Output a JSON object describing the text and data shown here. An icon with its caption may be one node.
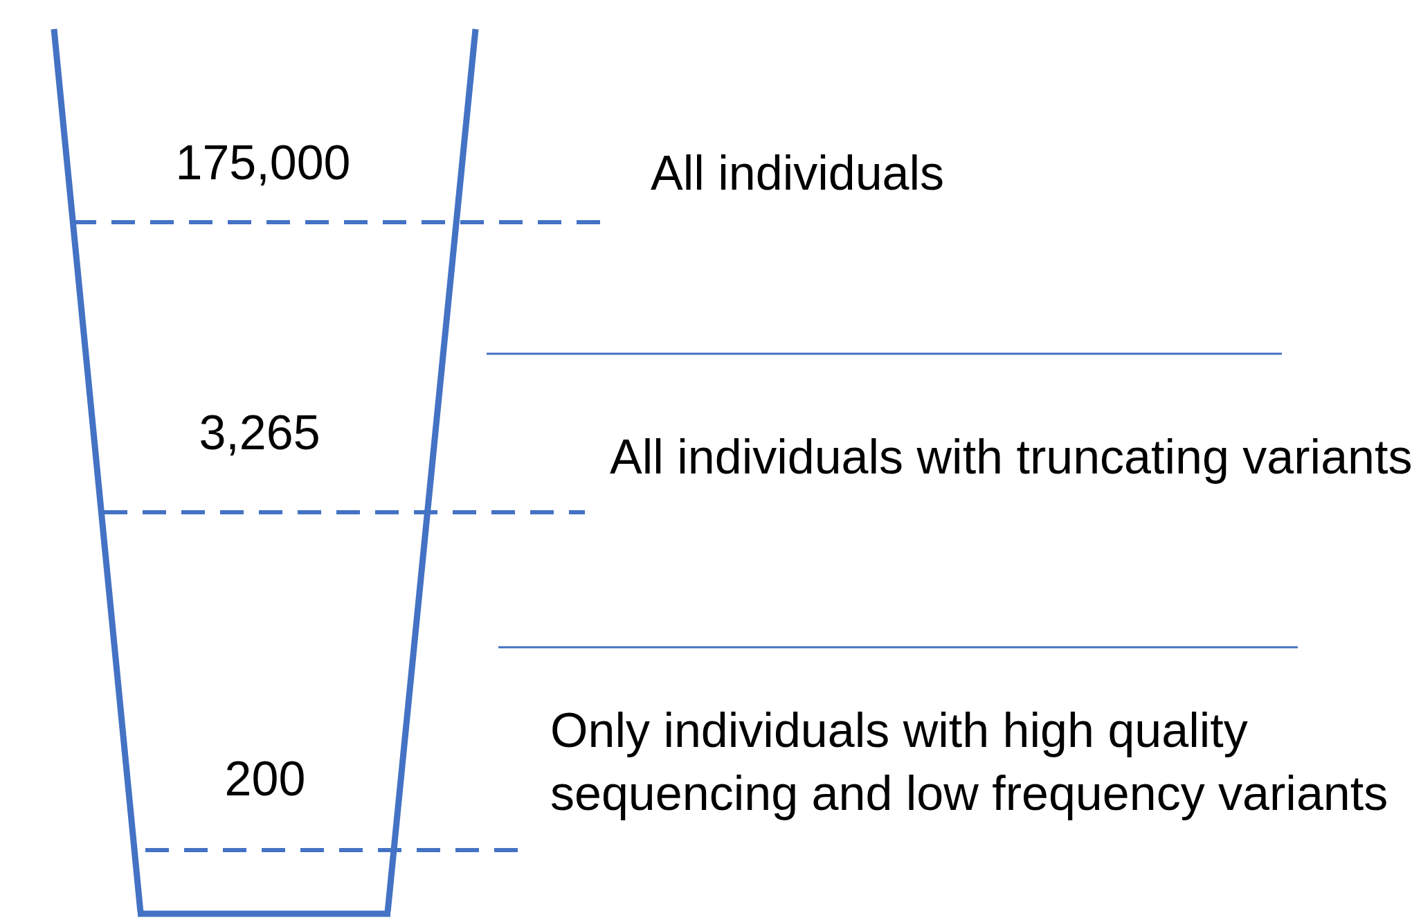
{
  "diagram": {
    "labels": [
      "175,000",
      "All individuals",
      "3,265",
      "All individuals with truncating variants",
      "200",
      "Only individuals with high quality sequencing and low frequency variants"
    ]
  }
}
